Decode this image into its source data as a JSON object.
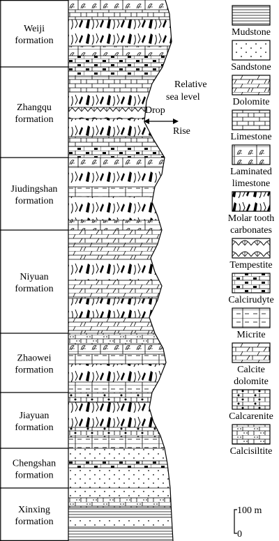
{
  "formations": [
    {
      "line1": "Weiji",
      "line2": "formation",
      "lithology": "laminated-limestone-mts"
    },
    {
      "line1": "Zhangqu",
      "line2": "formation",
      "lithology": "calcirudyte-tempestite"
    },
    {
      "line1": "Jiudingshan",
      "line2": "formation",
      "lithology": "molar-tooth"
    },
    {
      "line1": "Niyuan",
      "line2": "formation",
      "lithology": "calcite-dolomite-mts"
    },
    {
      "line1": "Zhaowei",
      "line2": "formation",
      "lithology": "calcarenite-micrite"
    },
    {
      "line1": "Jiayuan",
      "line2": "formation",
      "lithology": "calcarenite-mts"
    },
    {
      "line1": "Chengshan",
      "line2": "formation",
      "lithology": "sandstone-calcirudyte"
    },
    {
      "line1": "Xinxing",
      "line2": "formation",
      "lithology": "sandstone-mudstone"
    }
  ],
  "sea_level": {
    "title_line1": "Relative",
    "title_line2": "sea level",
    "drop_label": "Drop",
    "rise_label": "Rise"
  },
  "legend": [
    {
      "key": "mudstone",
      "label_lines": [
        "Mudstone"
      ]
    },
    {
      "key": "sandstone",
      "label_lines": [
        "Sandstone"
      ]
    },
    {
      "key": "dolomite",
      "label_lines": [
        "Dolomite"
      ]
    },
    {
      "key": "limestone",
      "label_lines": [
        "Limestone"
      ]
    },
    {
      "key": "laminated-limestone",
      "label_lines": [
        "Laminated",
        "limestone"
      ]
    },
    {
      "key": "molar-tooth",
      "label_lines": [
        "Molar tooth",
        "carbonates"
      ]
    },
    {
      "key": "tempestite",
      "label_lines": [
        "Tempestite"
      ]
    },
    {
      "key": "calcirudyte",
      "label_lines": [
        "Calcirudyte"
      ]
    },
    {
      "key": "micrite",
      "label_lines": [
        "Micrite"
      ]
    },
    {
      "key": "calcite-dolomite",
      "label_lines": [
        "Calcite",
        "dolomite"
      ]
    },
    {
      "key": "calcarenite",
      "label_lines": [
        "Calcarenite"
      ]
    },
    {
      "key": "calcisiltite",
      "label_lines": [
        "Calcisiltite"
      ]
    }
  ],
  "scale_bar": {
    "top_label": "100 m",
    "bottom_label": "0"
  }
}
